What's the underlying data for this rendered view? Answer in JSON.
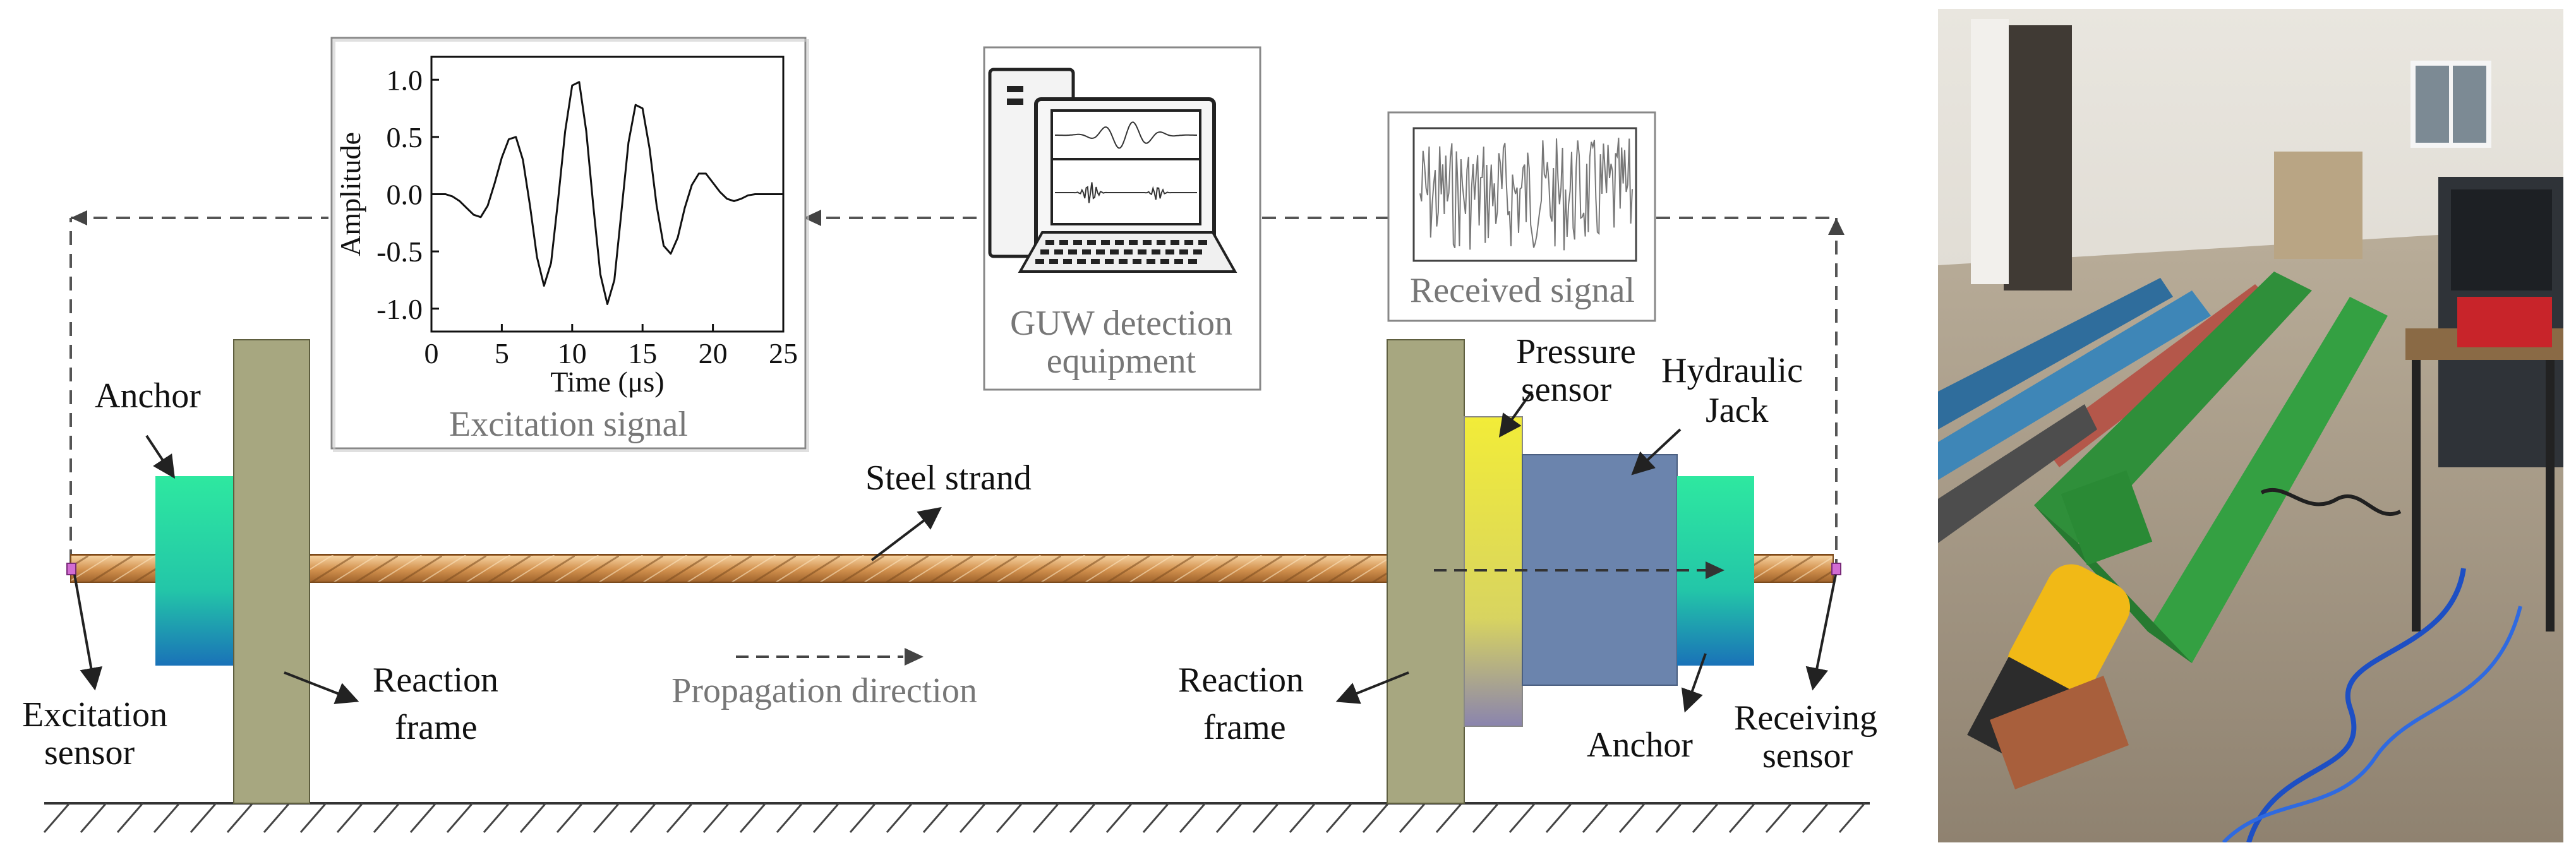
{
  "labels": {
    "excitation_signal": "Excitation signal",
    "gw_equipment_line1": "GUW detection",
    "gw_equipment_line2": "equipment",
    "received_signal": "Received signal",
    "anchor_left": "Anchor",
    "anchor_right": "Anchor",
    "steel_strand": "Steel strand",
    "pressure_sensor_line1": "Pressure",
    "pressure_sensor_line2": "sensor",
    "hydraulic_jack_line1": "Hydraulic",
    "hydraulic_jack_line2": "Jack",
    "reaction_frame_left_line1": "Reaction",
    "reaction_frame_left_line2": "frame",
    "reaction_frame_right_line1": "Reaction",
    "reaction_frame_right_line2": "frame",
    "propagation_direction": "Propagation direction",
    "excitation_sensor_line1": "Excitation",
    "excitation_sensor_line2": "sensor",
    "receiving_sensor_line1": "Receiving",
    "receiving_sensor_line2": "sensor"
  },
  "chart_data": {
    "type": "line",
    "xlabel": "Time (μs)",
    "ylabel": "Amplitude",
    "xlim": [
      0,
      25
    ],
    "ylim": [
      -1.2,
      1.2
    ],
    "x_ticks": [
      "0",
      "5",
      "10",
      "15",
      "20",
      "25"
    ],
    "y_ticks": [
      "1.0",
      "0.5",
      "0.0",
      "-0.5",
      "-1.0"
    ],
    "series": [
      {
        "description_free": true,
        "x": [
          0,
          0.5,
          1,
          1.5,
          2,
          2.5,
          3,
          3.5,
          4,
          4.5,
          5,
          5.5,
          6,
          6.5,
          7,
          7.5,
          8,
          8.5,
          9,
          9.5,
          10,
          10.5,
          11,
          11.5,
          12,
          12.5,
          13,
          13.5,
          14,
          14.5,
          15,
          15.5,
          16,
          16.5,
          17,
          17.5,
          18,
          18.5,
          19,
          19.5,
          20,
          20.5,
          21,
          21.5,
          22,
          22.5,
          23,
          23.5,
          24,
          24.5,
          25
        ],
        "y": [
          0,
          0,
          0,
          -0.02,
          -0.06,
          -0.12,
          -0.18,
          -0.2,
          -0.1,
          0.1,
          0.32,
          0.48,
          0.5,
          0.3,
          -0.1,
          -0.55,
          -0.8,
          -0.6,
          -0.05,
          0.55,
          0.95,
          0.98,
          0.55,
          -0.1,
          -0.7,
          -0.96,
          -0.75,
          -0.15,
          0.45,
          0.78,
          0.75,
          0.4,
          -0.1,
          -0.45,
          -0.52,
          -0.38,
          -0.12,
          0.08,
          0.18,
          0.18,
          0.1,
          0.02,
          -0.04,
          -0.06,
          -0.04,
          -0.01,
          0,
          0,
          0,
          0,
          0
        ]
      }
    ]
  },
  "colors": {
    "anchor_gradient_top": "#2ee8a0",
    "anchor_gradient_bottom": "#1a7fb8",
    "reaction_frame": "#a8a882",
    "pressure_sensor_top": "#f0ea3a",
    "pressure_sensor_bottom": "#8c86a8",
    "jack": "#6b84ad",
    "strand": "#d79c5c"
  }
}
